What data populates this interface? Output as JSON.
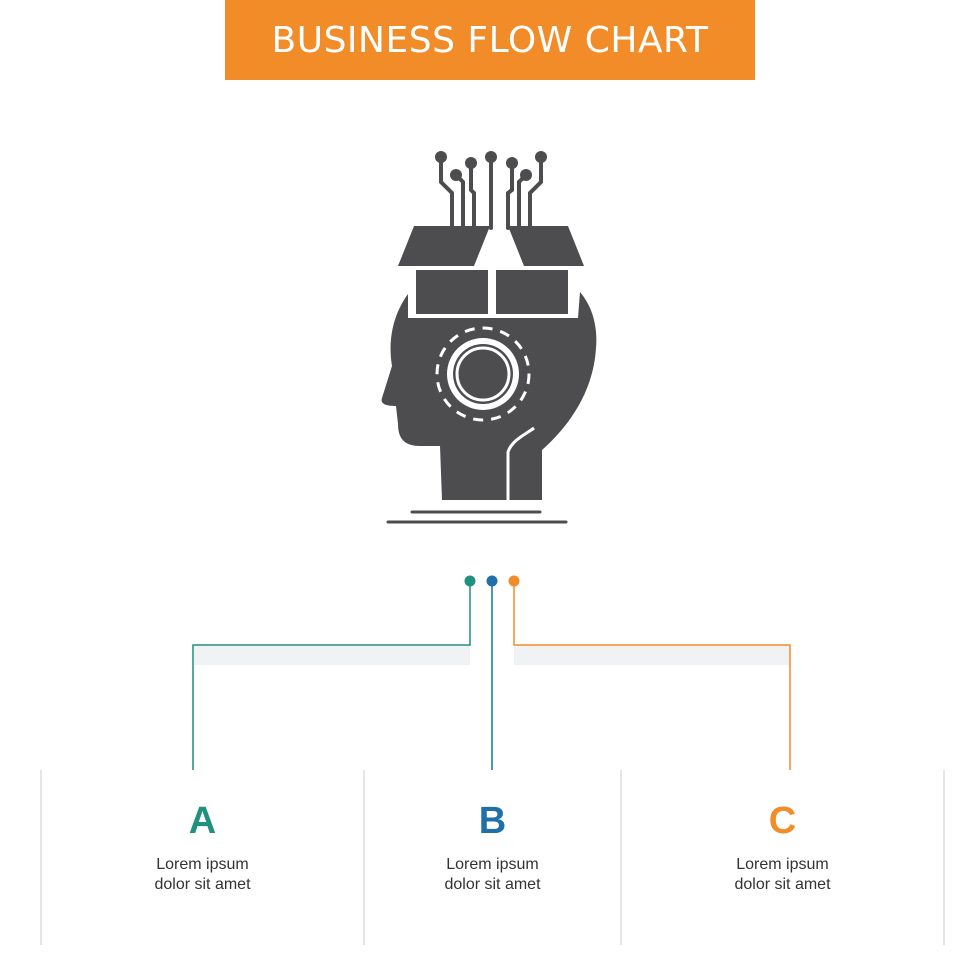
{
  "title": "BUSINESS FLOW CHART",
  "colors": {
    "accent": "#f28c28",
    "icon": "#4d4d4f",
    "teal": "#21917f",
    "blue": "#1f6fa8",
    "orange": "#f28c28",
    "line": "#cfd3d6"
  },
  "icon": {
    "name": "mind-box-circuit-icon"
  },
  "steps": [
    {
      "letter": "A",
      "line1": "Lorem ipsum",
      "line2": "dolor sit amet",
      "color": "#21917f"
    },
    {
      "letter": "B",
      "line1": "Lorem ipsum",
      "line2": "dolor sit amet",
      "color": "#1f6fa8"
    },
    {
      "letter": "C",
      "line1": "Lorem ipsum",
      "line2": "dolor sit amet",
      "color": "#f28c28"
    }
  ]
}
